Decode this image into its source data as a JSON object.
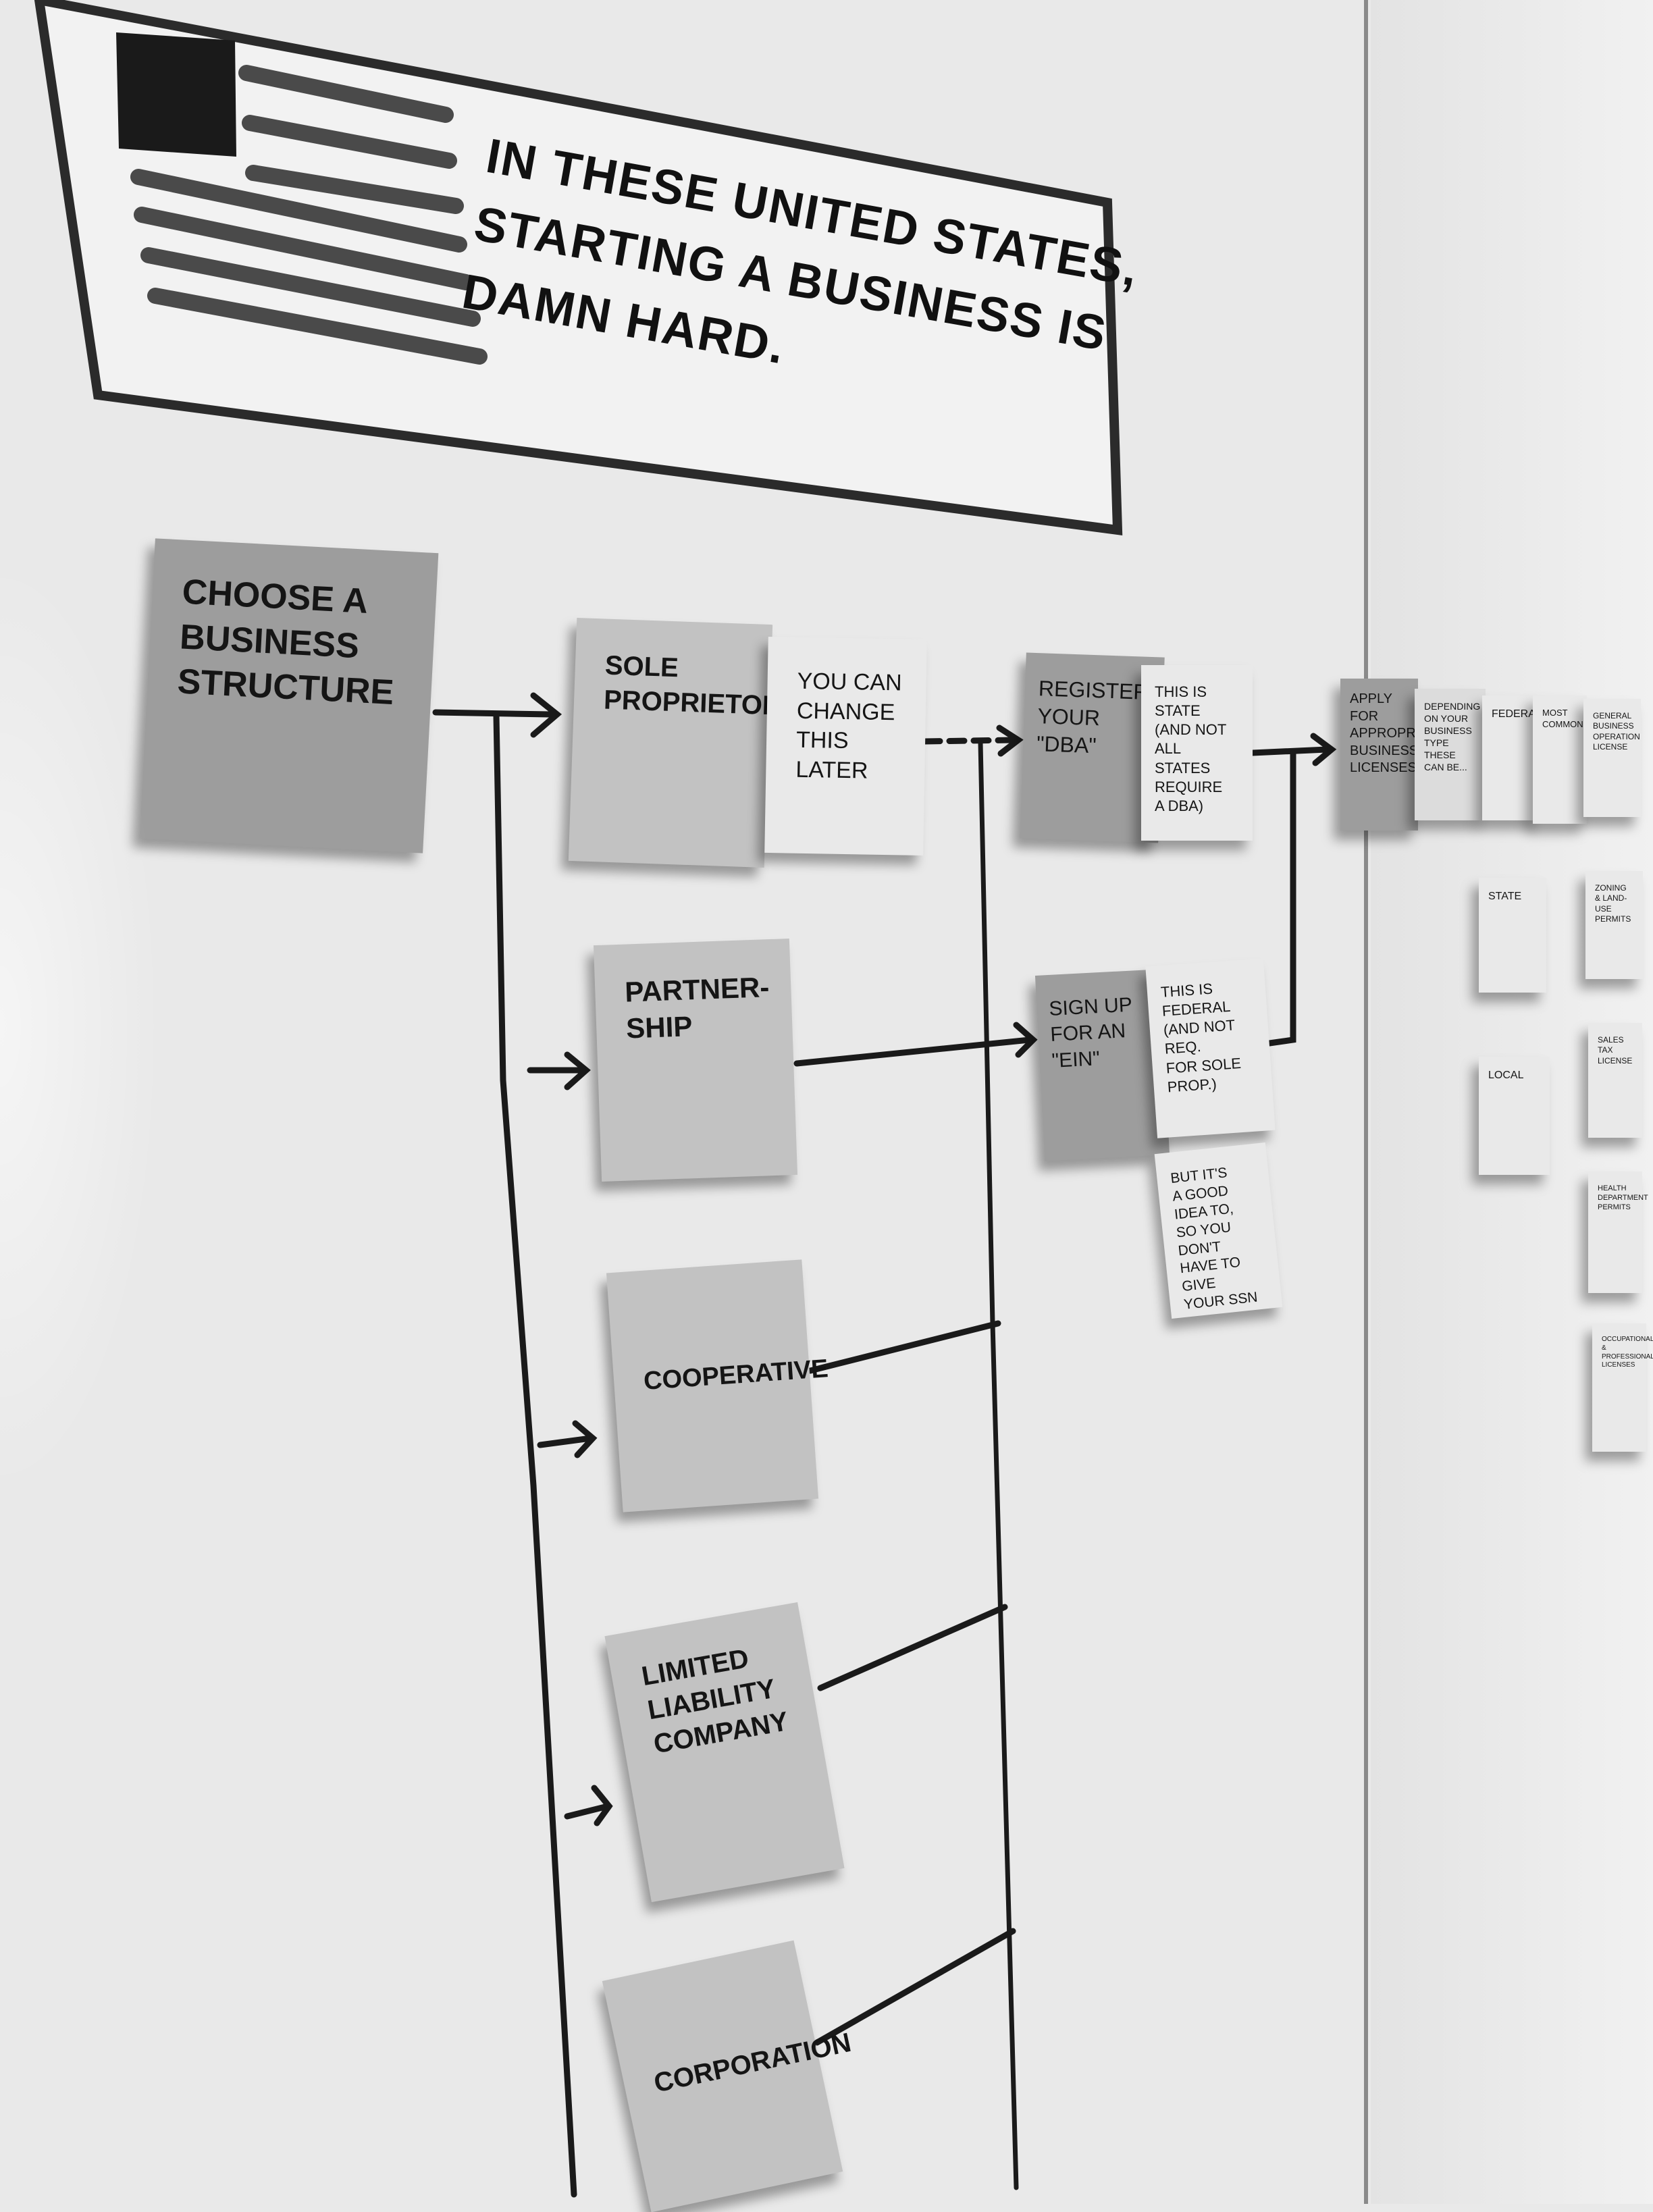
{
  "banner": {
    "title": "In these United States,\nstarting a business is\ndamn hard."
  },
  "flow": {
    "start": "Choose a\nbusiness\nstructure",
    "structures": [
      "Sole\nproprietor",
      "Partner-\nship",
      "Cooperative",
      "Limited\nliability\ncompany",
      "Corporation"
    ],
    "change_note": "You can\nchange\nthis later",
    "register_dba": "Register\nyour\n\"DBA\"",
    "dba_note": "This is\nstate\n(and not all\nstates require\na DBA)",
    "ein": "Sign up\nfor an\n\"EIN\"",
    "ein_note": "This is\nfederal\n(and not req.\nfor sole prop.)",
    "ein_tip": "But it's\na good\nidea to,\nso you don't\nhave to give\nyour SSN",
    "apply_license": "Apply\nfor\nappropriate\nbusiness\nlicenses"
  },
  "right_panel": {
    "notes": [
      "Depending\non your\nbusiness\ntype these\ncan be...",
      "Federal",
      "Most\ncommonly",
      "General\nbusiness\noperation\nlicense",
      "State",
      "Zoning\n& land-use\npermits",
      "Local",
      "Sales\ntax\nlicense",
      "Health\ndepartment\npermits",
      "Occupational\n& professional\nlicenses"
    ]
  }
}
